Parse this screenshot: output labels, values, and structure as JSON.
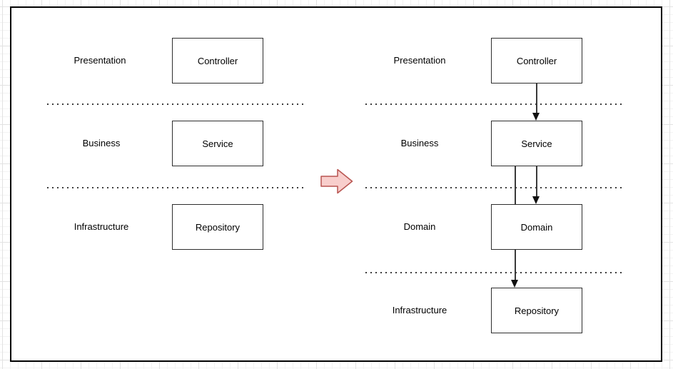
{
  "diagram": {
    "description": "Layered architecture before/after comparison",
    "left_panel": {
      "layers": [
        {
          "label": "Presentation",
          "box": "Controller"
        },
        {
          "label": "Business",
          "box": "Service"
        },
        {
          "label": "Infrastructure",
          "box": "Repository"
        }
      ]
    },
    "transform": {
      "arrow_icon": "right-block-arrow",
      "fill": "#f8cecc",
      "stroke": "#b85450"
    },
    "right_panel": {
      "layers": [
        {
          "label": "Presentation",
          "box": "Controller"
        },
        {
          "label": "Business",
          "box": "Service"
        },
        {
          "label": "Domain",
          "box": "Domain"
        },
        {
          "label": "Infrastructure",
          "box": "Repository"
        }
      ],
      "edges": [
        {
          "from": "Controller",
          "to": "Service"
        },
        {
          "from": "Service",
          "to": "Domain"
        },
        {
          "from": "Service",
          "to": "Repository"
        }
      ]
    },
    "colors": {
      "box_stroke": "#000000",
      "line": "#000000",
      "text": "#000000",
      "arrow_fill": "#f8cecc",
      "arrow_stroke": "#b85450"
    }
  }
}
